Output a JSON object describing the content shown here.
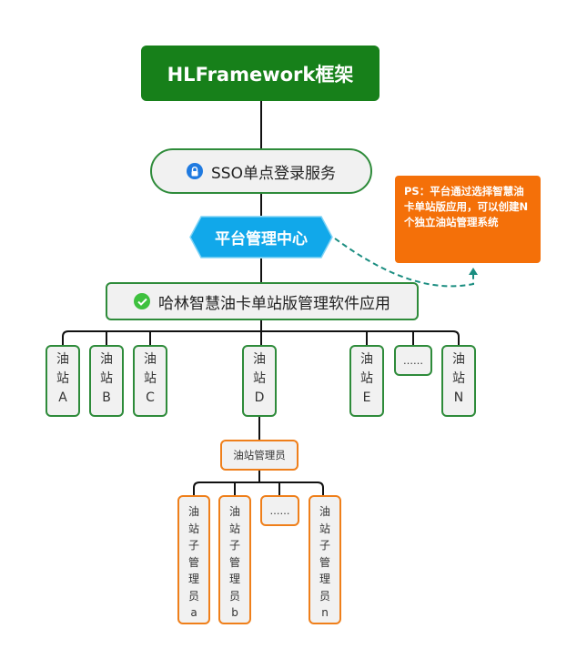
{
  "root": {
    "title": "HLFramework框架"
  },
  "sso": {
    "label": "SSO单点登录服务",
    "icon": "lock-icon",
    "icon_color": "#1f7ae0"
  },
  "platform": {
    "label": "平台管理中心",
    "color": "#11a8ea"
  },
  "note": {
    "text": "PS：平台通过选择智慧油卡单站版应用，可以创建N个独立油站管理系统",
    "color": "#f47009"
  },
  "app": {
    "label": "哈林智慧油卡单站版管理软件应用",
    "icon": "check-circle-icon",
    "icon_color": "#3ec13e"
  },
  "stations": [
    {
      "chars": [
        "油",
        "站",
        "A"
      ]
    },
    {
      "chars": [
        "油",
        "站",
        "B"
      ]
    },
    {
      "chars": [
        "油",
        "站",
        "C"
      ]
    },
    {
      "chars": [
        "油",
        "站",
        "D"
      ]
    },
    {
      "chars": [
        "油",
        "站",
        "E"
      ]
    },
    {
      "chars": [
        "油",
        "站",
        "N"
      ]
    }
  ],
  "station_ellipsis": "……",
  "admin": {
    "label": "油站管理员"
  },
  "subadmins": [
    {
      "chars": [
        "油",
        "站",
        "子",
        "管",
        "理",
        "员",
        "a"
      ]
    },
    {
      "chars": [
        "油",
        "站",
        "子",
        "管",
        "理",
        "员",
        "b"
      ]
    },
    {
      "chars": [
        "油",
        "站",
        "子",
        "管",
        "理",
        "员",
        "n"
      ]
    }
  ],
  "subadmin_ellipsis": "……",
  "colors": {
    "green_dark": "#17801a",
    "green_border": "#2e8b3a",
    "orange_border": "#ef7f1a",
    "dashed_arrow": "#1a8d80"
  }
}
